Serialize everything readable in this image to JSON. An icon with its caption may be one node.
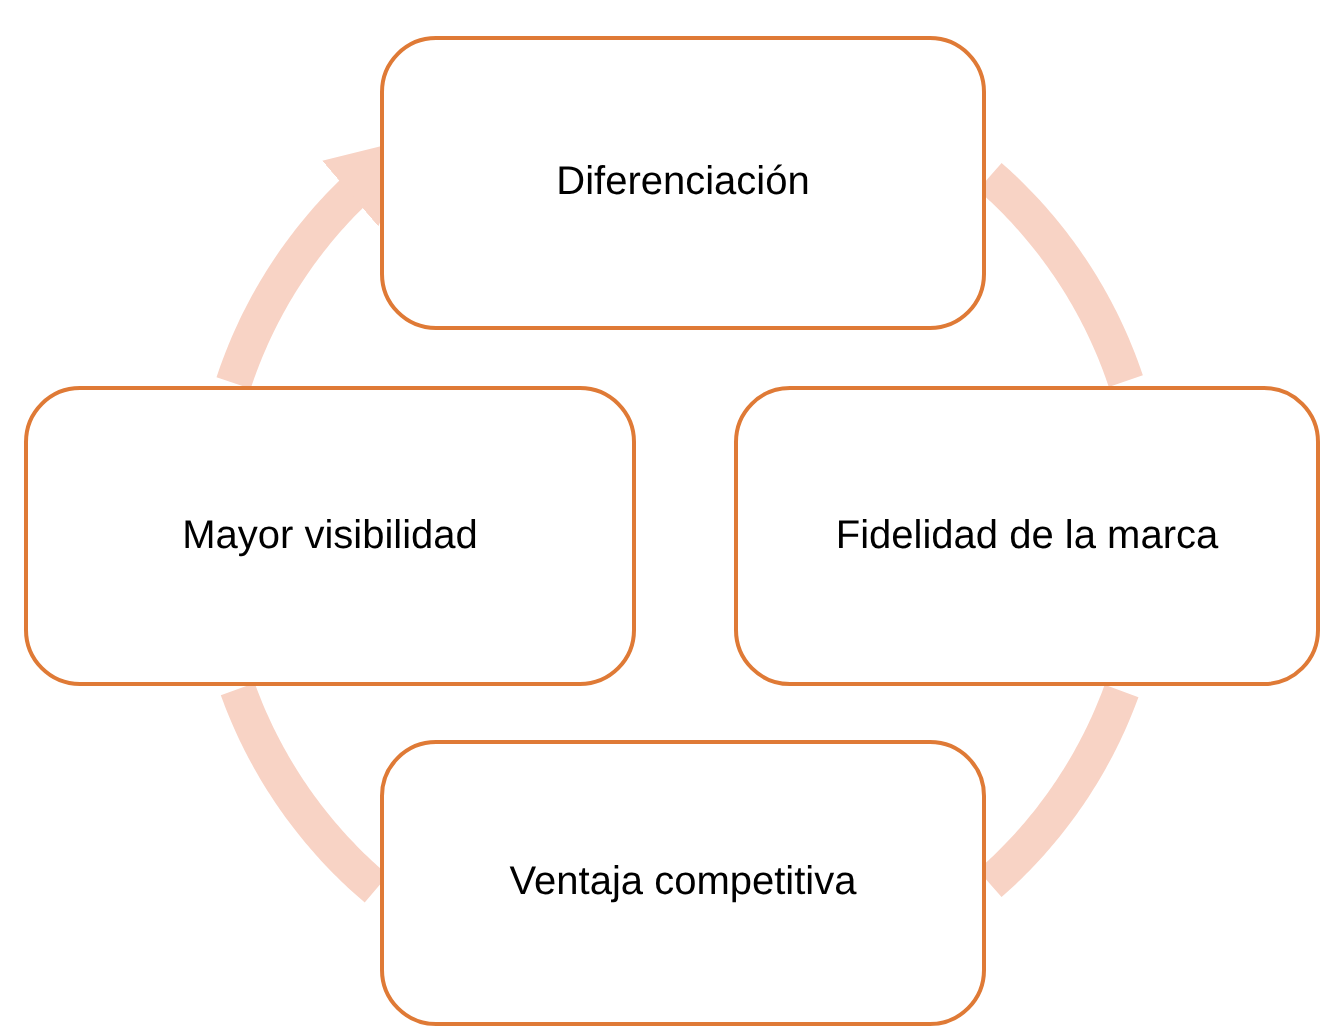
{
  "diagram": {
    "nodes": [
      {
        "text": [
          "Diferenciación"
        ]
      },
      {
        "text": [
          "Fidelidad de la marca"
        ]
      },
      {
        "text": [
          "Ventaja competitiva"
        ]
      },
      {
        "text": [
          "Mayor visibilidad"
        ]
      }
    ],
    "edges": [
      {
        "from": 0,
        "to": 1,
        "arrow": "none"
      },
      {
        "from": 1,
        "to": 2,
        "arrow": "none"
      },
      {
        "from": 2,
        "to": 3,
        "arrow": "none"
      },
      {
        "from": 3,
        "to": 0,
        "arrow": "to"
      }
    ]
  }
}
